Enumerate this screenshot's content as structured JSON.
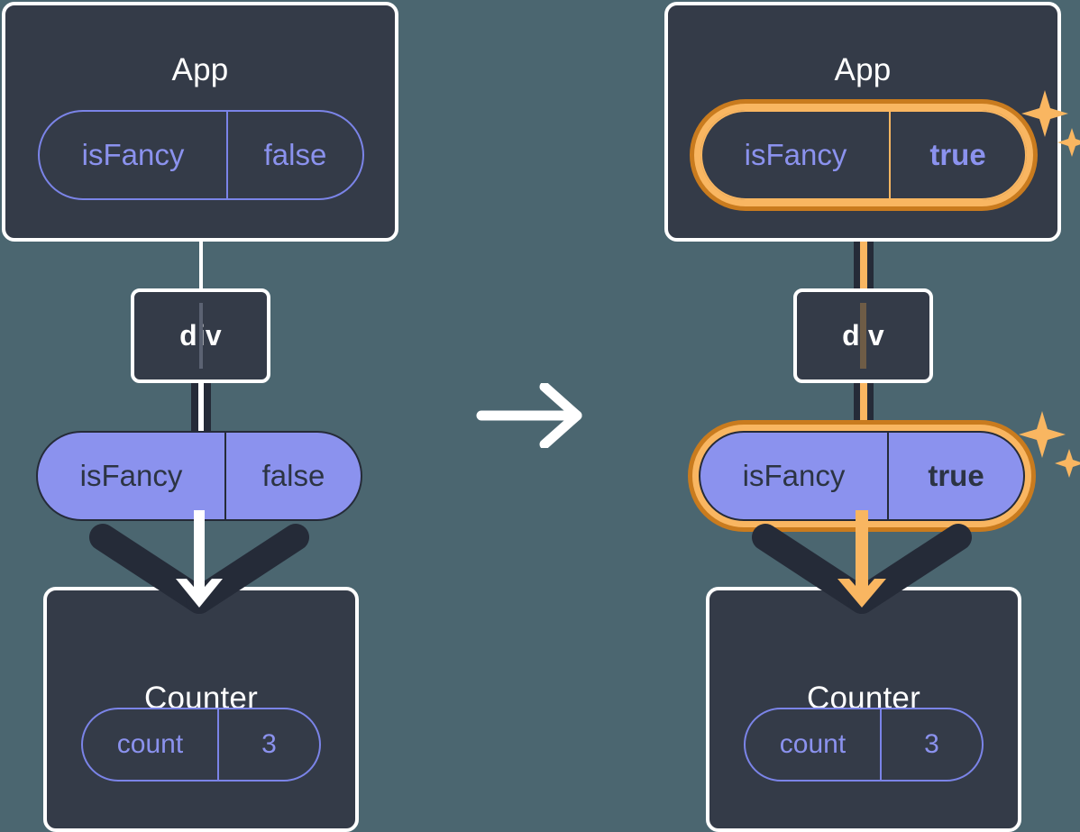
{
  "diagram": {
    "type": "react-state-flow",
    "description": "Two side-by-side React component trees showing isFancy state changing from false to true",
    "transition_icon": "arrow-right-icon",
    "colors": {
      "background": "#4b6670",
      "node_fill": "#343b48",
      "node_border": "#ffffff",
      "pill_outline": "#7b84e8",
      "pill_text": "#8b92ee",
      "pill_fill": "#8b92ee",
      "pill_fill_text": "#2c3443",
      "highlight_inner": "#f9b661",
      "highlight_outer": "#c97b1e",
      "wire_dark": "#252b38"
    }
  },
  "panels": [
    {
      "id": "before",
      "app": {
        "title": "App",
        "highlighted": false,
        "prop": {
          "key": "isFancy",
          "value": "false",
          "bold": false
        }
      },
      "element": {
        "label": "div"
      },
      "passed_prop": {
        "key": "isFancy",
        "value": "false",
        "bold": false,
        "highlighted": false
      },
      "counter": {
        "title": "Counter",
        "highlighted": false,
        "state": {
          "key": "count",
          "value": "3"
        }
      },
      "sparkles": false
    },
    {
      "id": "after",
      "app": {
        "title": "App",
        "highlighted": true,
        "prop": {
          "key": "isFancy",
          "value": "true",
          "bold": true
        }
      },
      "element": {
        "label": "div"
      },
      "passed_prop": {
        "key": "isFancy",
        "value": "true",
        "bold": true,
        "highlighted": true
      },
      "counter": {
        "title": "Counter",
        "highlighted": false,
        "state": {
          "key": "count",
          "value": "3"
        }
      },
      "sparkles": true
    }
  ]
}
